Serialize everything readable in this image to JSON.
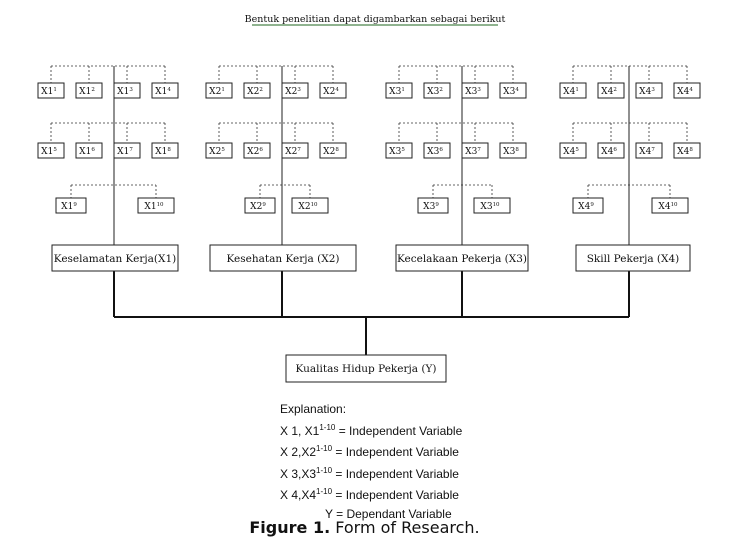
{
  "title": "Bentuk penelitian dapat digambarkan sebagai berikut",
  "groups": [
    {
      "name": "Keselamatan Kerja(X1)",
      "prefix": "X1",
      "row1": [
        "1",
        "2",
        "3",
        "4"
      ],
      "row2": [
        "5",
        "6",
        "7",
        "8"
      ],
      "row3": [
        "9",
        "10"
      ]
    },
    {
      "name": "Kesehatan Kerja (X2)",
      "prefix": "X2",
      "row1": [
        "1",
        "2",
        "3",
        "4"
      ],
      "row2": [
        "5",
        "6",
        "7",
        "8"
      ],
      "row3": [
        "9",
        "10"
      ]
    },
    {
      "name": "Kecelakaan Pekerja (X3)",
      "prefix": "X3",
      "row1": [
        "1",
        "2",
        "3",
        "4"
      ],
      "row2": [
        "5",
        "6",
        "7",
        "8"
      ],
      "row3": [
        "9",
        "10"
      ]
    },
    {
      "name": "Skill Pekerja (X4)",
      "prefix": "X4",
      "row1": [
        "1",
        "2",
        "3",
        "4"
      ],
      "row2": [
        "5",
        "6",
        "7",
        "8"
      ],
      "row3": [
        "9",
        "10"
      ]
    }
  ],
  "dependent": "Kualitas Hidup Pekerja (Y)",
  "explanation": {
    "heading": "Explanation:",
    "rows": [
      {
        "pre": "X 1, X1",
        "sup": "1-10",
        "post": " = Independent Variable"
      },
      {
        "pre": "X 2,X2",
        "sup": "1-10",
        "post": " = Independent Variable"
      },
      {
        "pre": "X 3,X3",
        "sup": "1-10",
        "post": " = Independent Variable"
      },
      {
        "pre": "X 4,X4",
        "sup": "1-10",
        "post": " =  Independent Variable"
      }
    ],
    "y_row": "Y = Dependant Variable"
  },
  "caption": {
    "label": "Figure 1.",
    "text": " Form of Research."
  }
}
